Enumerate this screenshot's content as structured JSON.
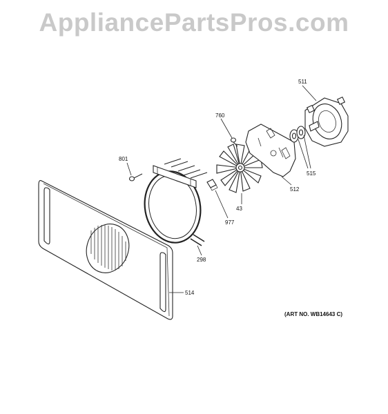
{
  "watermark": "AppliancePartsPros.com",
  "art_number": "(ART NO. WB14643 C)",
  "callouts": {
    "p511": "511",
    "p760": "760",
    "p801": "801",
    "p515": "515",
    "p512": "512",
    "p43": "43",
    "p977": "977",
    "p298": "298",
    "p514": "514"
  }
}
